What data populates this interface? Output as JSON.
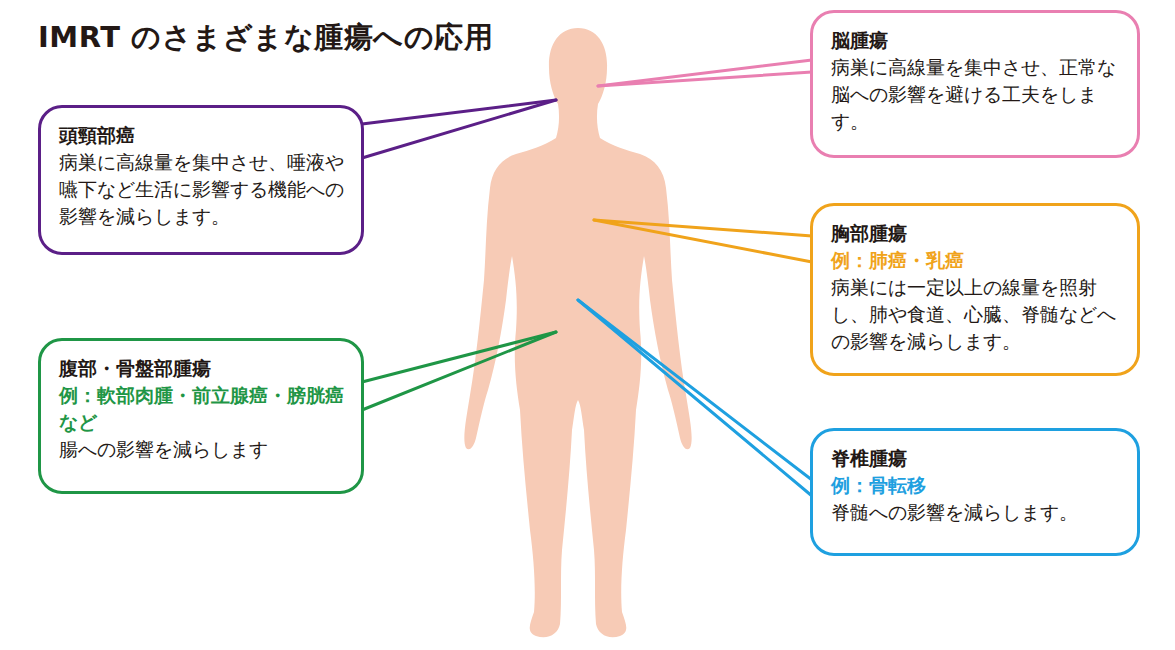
{
  "diagram": {
    "title": "IMRT のさまざまな腫瘍への応用",
    "nodes": [
      {
        "text": [
          "脳腫瘍",
          "病巣に高線量を集中させ、正常な脳への影響を避ける工夫をします。"
        ]
      },
      {
        "text": [
          "頭頸部癌",
          "病巣に高線量を集中させ、唾液や嚥下など生活に影響する機能への影響を減らします。"
        ]
      },
      {
        "text": [
          "胸部腫瘍",
          "例：肺癌・乳癌",
          "病巣には一定以上の線量を照射し、肺や食道、心臓、脊髄などへの影響を減らします。"
        ]
      },
      {
        "text": [
          "腹部・骨盤部腫瘍",
          "例：軟部肉腫・前立腺癌・膀胱癌など",
          "腸への影響を減らします"
        ]
      },
      {
        "text": [
          "脊椎腫瘍",
          "例：骨転移",
          "脊髄への影響を減らします。"
        ]
      }
    ]
  }
}
